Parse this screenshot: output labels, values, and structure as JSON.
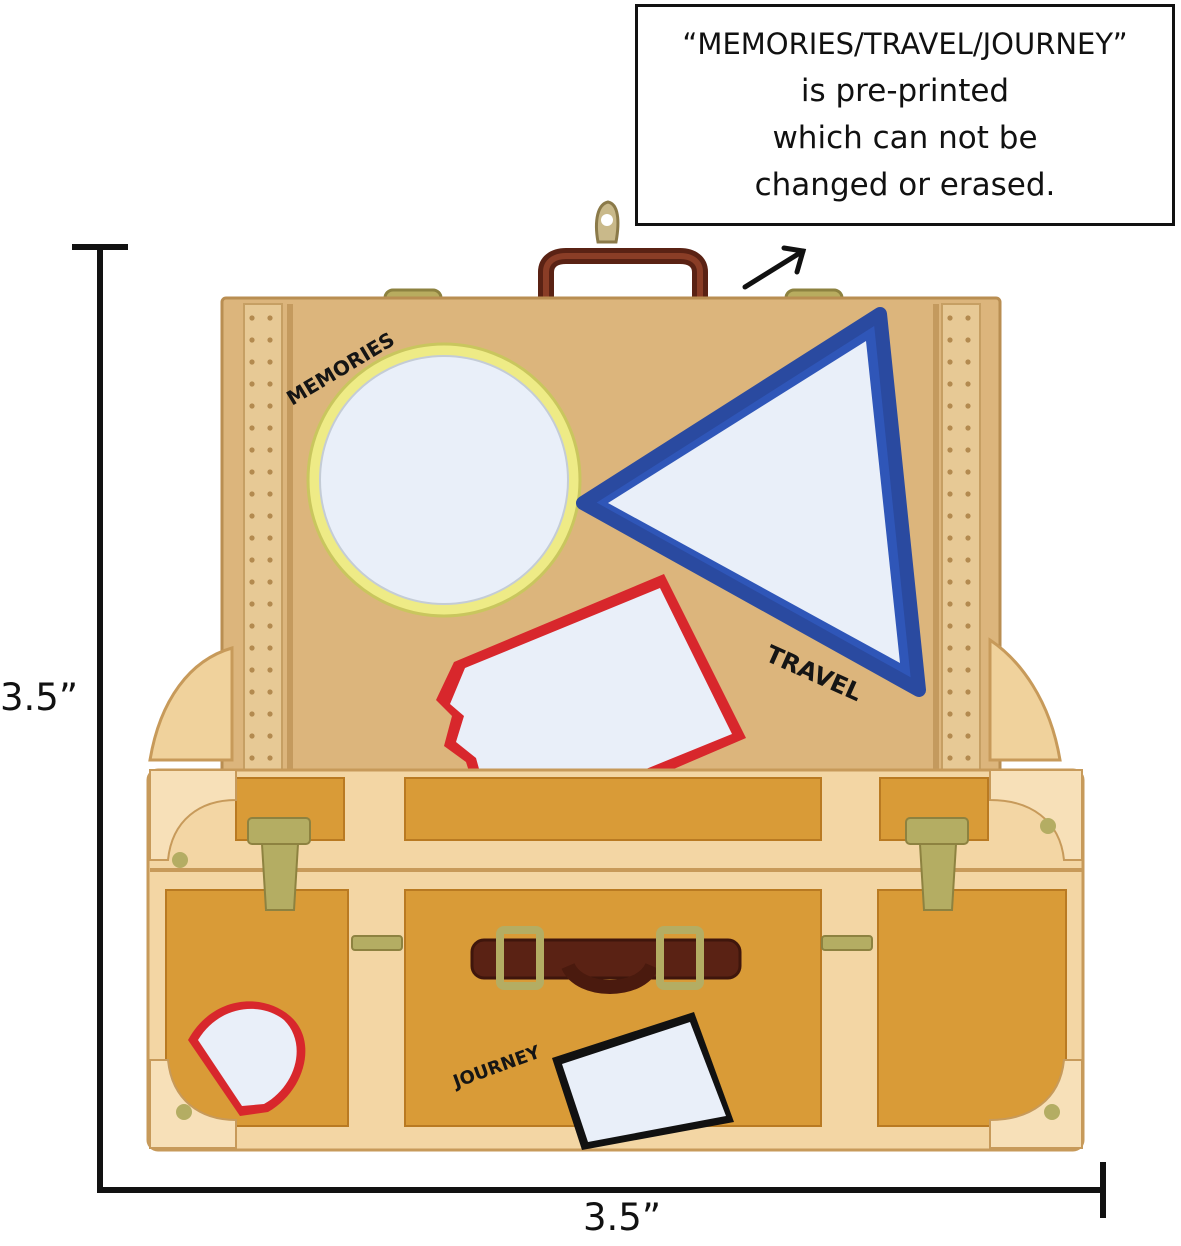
{
  "note": {
    "lines": [
      "“MEMORIES/TRAVEL/JOURNEY”",
      "is pre-printed",
      "which can not be",
      "changed or erased."
    ]
  },
  "dimensions": {
    "height_label": "3.5”",
    "width_label": "3.5”"
  },
  "ornament": {
    "labels": {
      "memories": "MEMORIES",
      "travel": "TRAVEL",
      "journey": "JOURNEY"
    },
    "icons": {
      "arrow": "arrow-up-right-icon",
      "hanger": "hanger-loop-icon"
    },
    "colors": {
      "lid_tan": "#dcb57c",
      "trunk_orange": "#d99b37",
      "strap_cream": "#f3d6a4",
      "latch_green": "#b4ad63",
      "handle_brown": "#6b2a1a",
      "circle_frame": "#eeeb86",
      "triangle_frame": "#2f56b8",
      "tag_frame": "#d8272c",
      "journey_tag_frame": "#111111",
      "sticker_fill": "#e9eff9"
    }
  }
}
